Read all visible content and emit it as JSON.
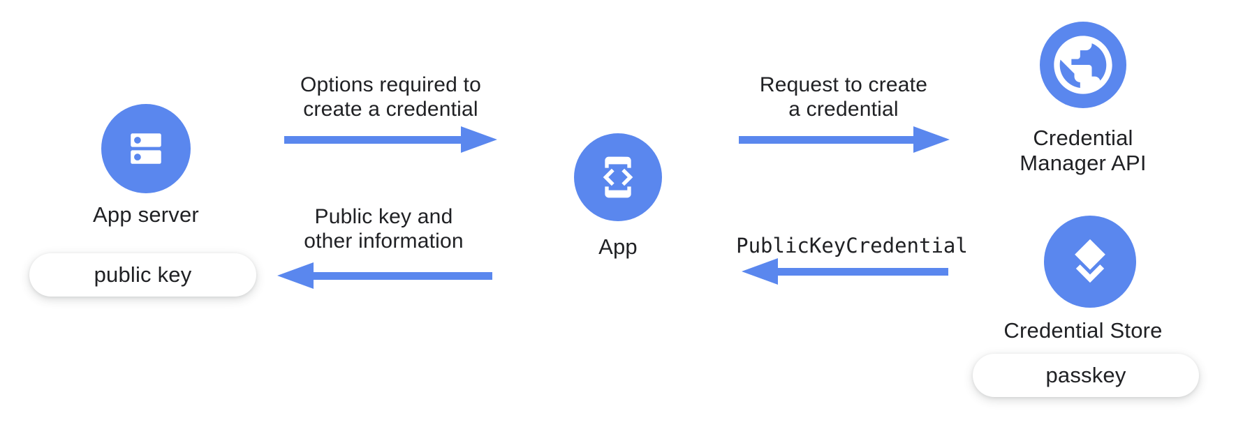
{
  "colors": {
    "blue": "#5a87ee",
    "text": "#202124",
    "pill_bg": "#ffffff",
    "page_bg": "#ffffff"
  },
  "nodes": {
    "app_server": {
      "label": "App server",
      "icon": "server-icon",
      "badge": "public key"
    },
    "app": {
      "label": "App",
      "icon": "phone-code-icon"
    },
    "credential_manager": {
      "label_line1": "Credential",
      "label_line2": "Manager API",
      "icon": "globe-icon"
    },
    "credential_store": {
      "label": "Credential Store",
      "icon": "layers-icon",
      "badge": "passkey"
    }
  },
  "flows": {
    "options": {
      "direction": "right",
      "line1": "Options required to",
      "line2": "create a credential"
    },
    "request": {
      "direction": "right",
      "line1": "Request to create",
      "line2": "a credential"
    },
    "credential_response": {
      "direction": "left",
      "label": "PublicKeyCredential"
    },
    "public_key_response": {
      "direction": "left",
      "line1": "Public key and",
      "line2": "other information"
    }
  }
}
